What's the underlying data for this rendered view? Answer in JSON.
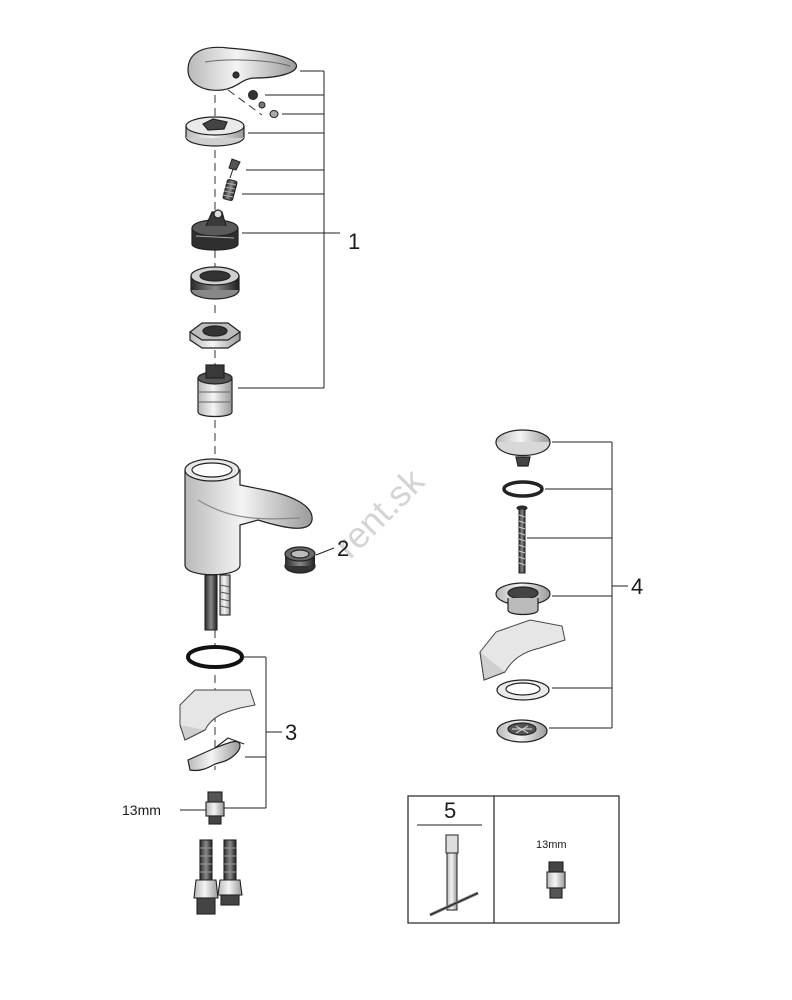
{
  "callouts": {
    "c1": "1",
    "c2": "2",
    "c3": "3",
    "c4": "4",
    "c5": "5"
  },
  "dimensions": {
    "wrench_size": "13mm",
    "tool_box_size": "13mm"
  },
  "watermark": "rent.sk"
}
